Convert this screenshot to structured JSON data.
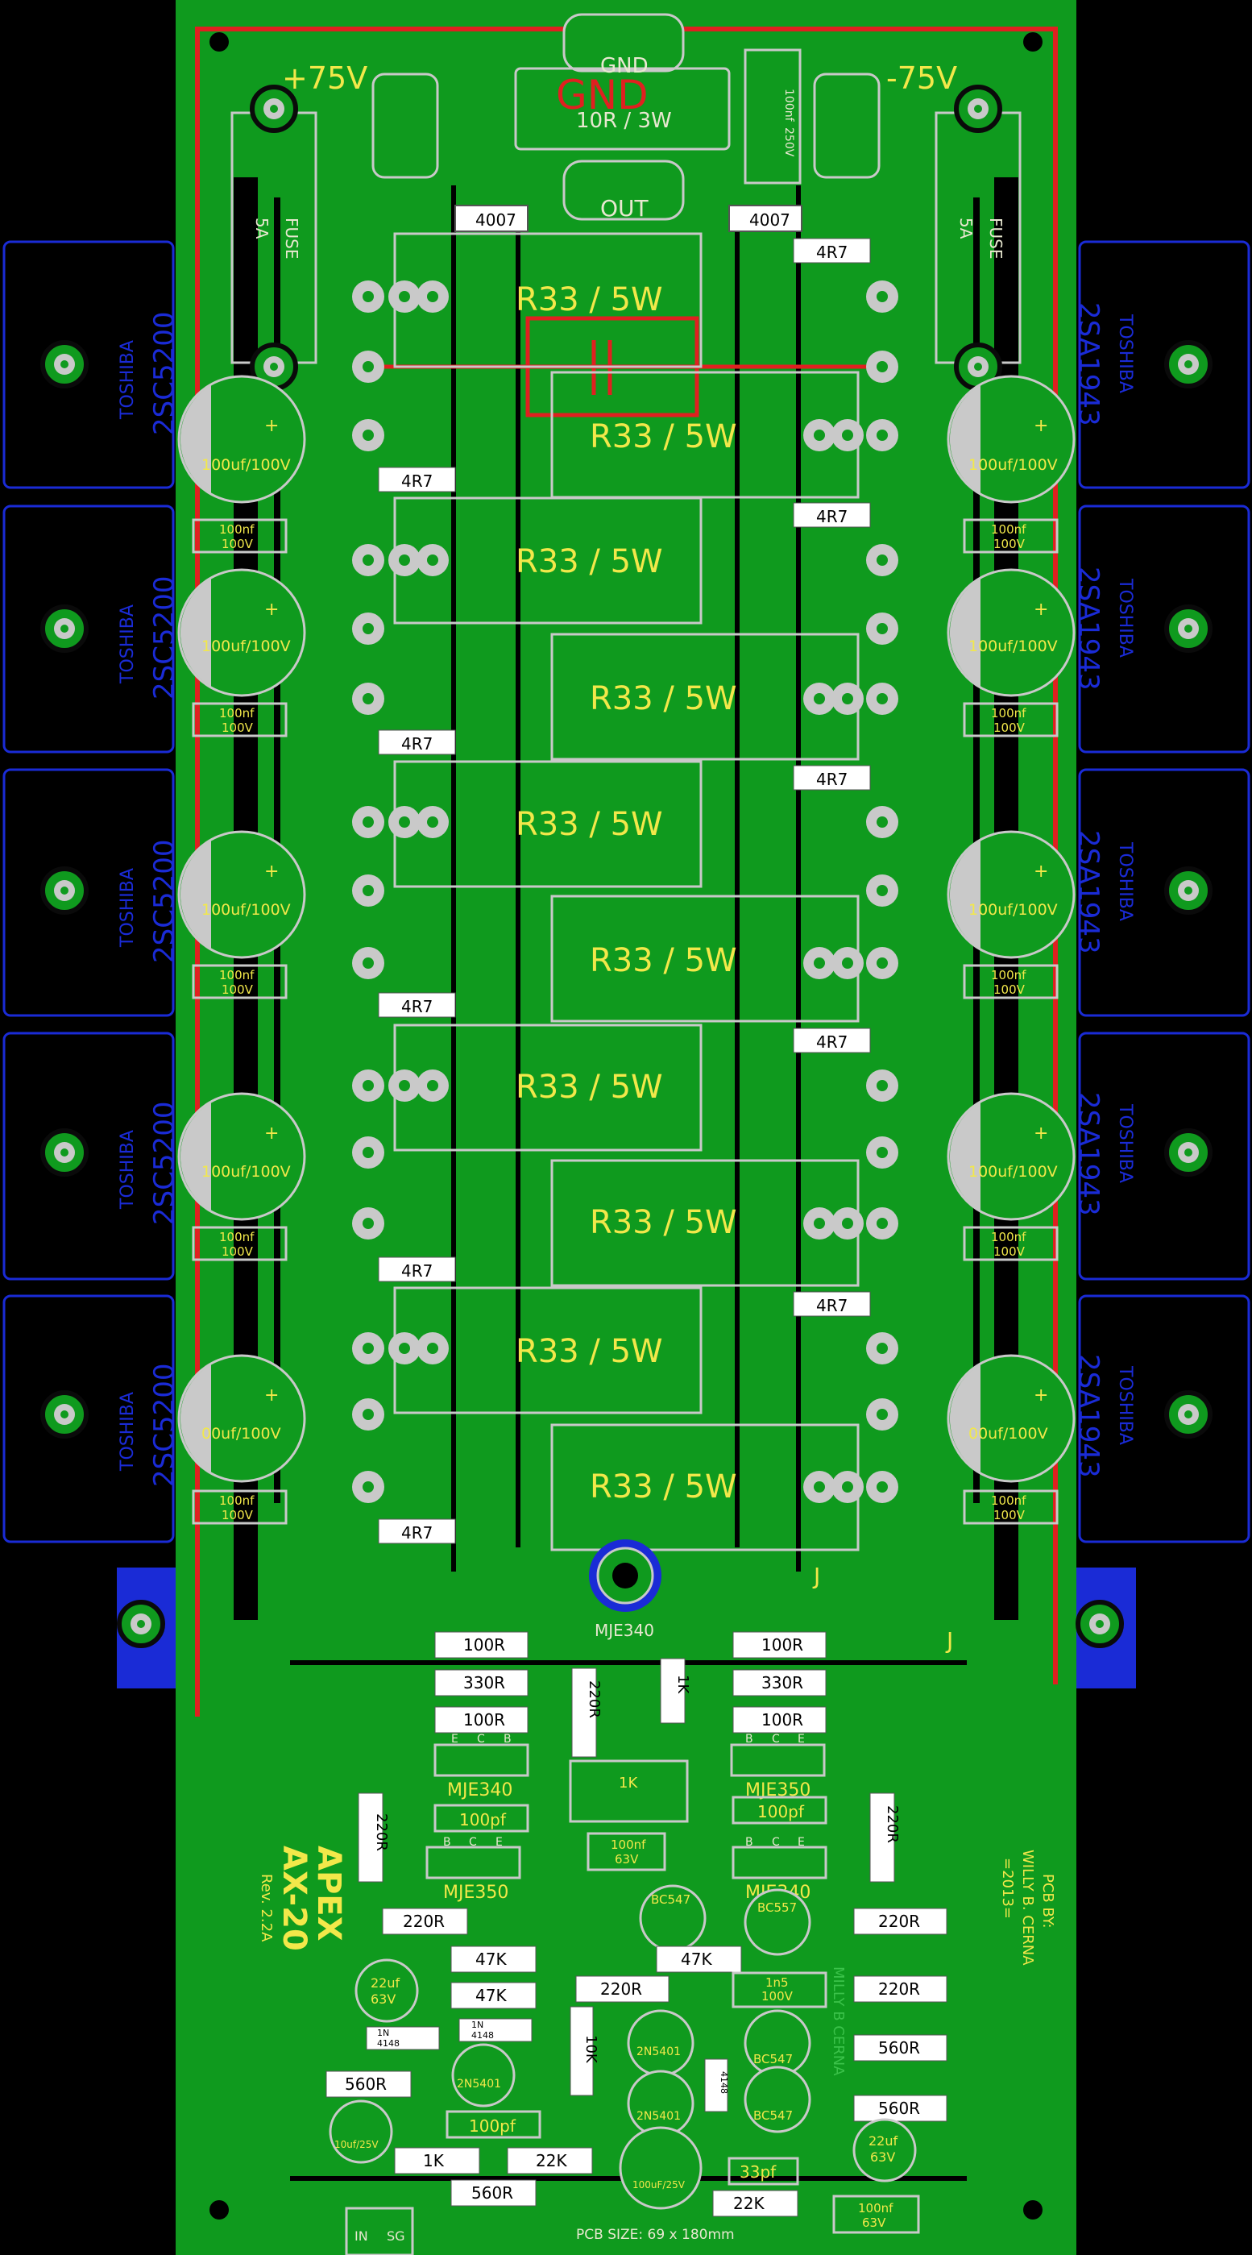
{
  "board": {
    "power_pos": "+75V",
    "power_neg": "-75V",
    "gnd": "GND",
    "out": "OUT",
    "gnd_resistor": "10R / 3W",
    "cap_gnd_top": "100nf",
    "cap_gnd_bot": "250V",
    "diode": "4007",
    "fuse": "FUSE",
    "fuse_rating": "5A",
    "emitter_resistor": "R33 / 5W",
    "base_resistor": "4R7",
    "bulk_cap": "100uf/100V",
    "bulk_cap_short": "00uf/100V",
    "decoupling_cap_top": "100nf",
    "decoupling_cap_bot": "100V",
    "npn_brand": "TOSHIBA",
    "npn_part": "2SC5200",
    "pnp_brand": "TOSHIBA",
    "pnp_part": "2SA1943",
    "jumper": "J"
  },
  "driver": {
    "r100": "100R",
    "r330": "330R",
    "r220": "220R",
    "r1k": "1K",
    "r47k": "47K",
    "r560": "560R",
    "r22k": "22K",
    "r10k": "10K",
    "c100p": "100pf",
    "c1n5_top": "1n5",
    "c1n5_bot": "100V",
    "c33p": "33pf",
    "c22u_top": "22uf",
    "c22u_bot": "63V",
    "c100n_top": "100nf",
    "c100n_bot": "63V",
    "c10u": "10uf/25V",
    "c100u": "100uF/25V",
    "mje340": "MJE340",
    "mje350": "MJE350",
    "bc547": "BC547",
    "bc557": "BC557",
    "n5401": "2N5401",
    "diode_top": "1N",
    "diode_bot": "4148",
    "pin_e": "E",
    "pin_b": "B",
    "pin_c": "C",
    "input_in": "IN",
    "input_sg": "SG"
  },
  "brand": {
    "logo": "APEX",
    "model": "AX-20",
    "rev": "Rev. 2.2A",
    "credit_line1": "PCB BY:",
    "credit_line2": "WILLY B. CERNA",
    "credit_line3": "=2013=",
    "size": "PCB SIZE: 69 x 180mm",
    "mirror_text": "MILLY B CERNA"
  },
  "colors": {
    "board": "#0f9a1e",
    "copper_dark": "#0a6a14",
    "background": "#000000",
    "heatsink": "#1a2bd6",
    "silk": "#e8e8d0",
    "yellow": "#f2e84a",
    "red": "#e02020"
  }
}
